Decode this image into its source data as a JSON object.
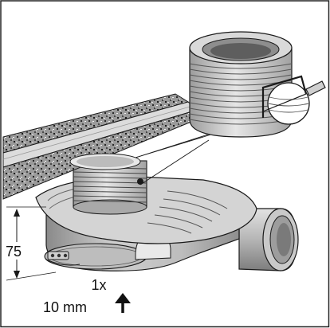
{
  "dimension": {
    "height_value": "75"
  },
  "instruction": {
    "quantity": "1x",
    "cut_amount": "10 mm"
  },
  "icons": {
    "direction": "arrow-up-icon",
    "tool": "hacksaw-icon"
  },
  "colors": {
    "line": "#1a1a1a",
    "metal_light": "#d7d7d7",
    "metal_mid": "#b3b3b3",
    "metal_dark": "#7a7a7a",
    "speckle": "#2b2b2b",
    "frame": "#222222"
  }
}
